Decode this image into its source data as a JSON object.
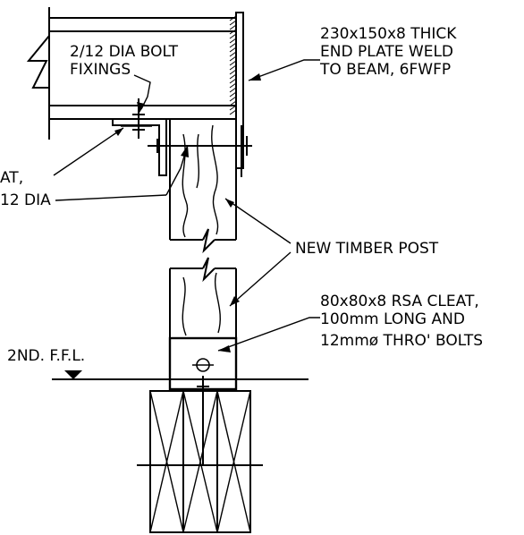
{
  "drawing": {
    "labels": {
      "end_plate_l1": "230x150x8 THICK",
      "end_plate_l2": "END PLATE WELD",
      "end_plate_l3": "TO BEAM, 6FWFP",
      "bolt_fix_l1": "2/12 DIA BOLT",
      "bolt_fix_l2": "FIXINGS",
      "cleat_top_l1": "AT,",
      "cleat_top_l2": "12 DIA",
      "new_post": "NEW TIMBER POST",
      "rsa_cleat_l1": "80x80x8 RSA CLEAT,",
      "rsa_cleat_l2": "100mm LONG AND",
      "rsa_cleat_l3": "12mmø THRO' BOLTS",
      "floor_level": "2ND. F.F.L."
    }
  }
}
